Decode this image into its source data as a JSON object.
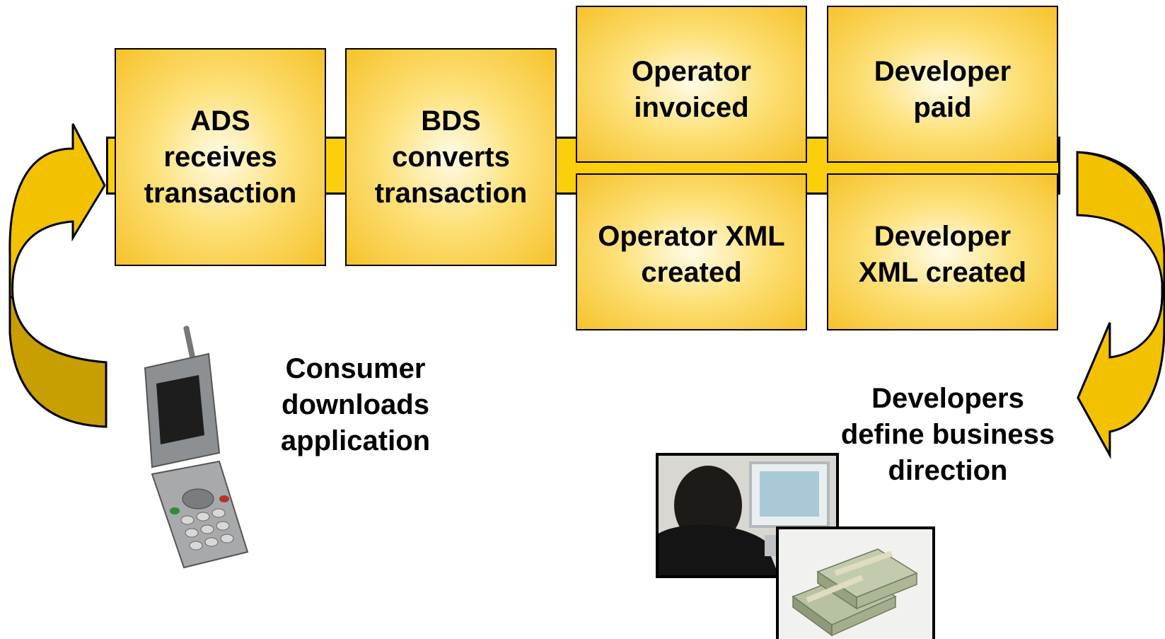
{
  "process": {
    "ads": "ADS\nreceives\ntransaction",
    "bds": "BDS\nconverts\ntransaction",
    "operator_invoiced": "Operator\ninvoiced",
    "developer_paid": "Developer\npaid",
    "operator_xml": "Operator XML\ncreated",
    "developer_xml": "Developer\nXML created"
  },
  "captions": {
    "consumer": "Consumer\ndownloads\napplication",
    "developers": "Developers\ndefine business\ndirection"
  },
  "colors": {
    "accent_yellow": "#fccf0c",
    "arrow_gold": "#f2c200",
    "arrow_shade": "#c79f00"
  },
  "images": {
    "phone": "flip-phone-photo",
    "developer": "developer-at-computer-photo",
    "money": "money-stacks-photo"
  }
}
